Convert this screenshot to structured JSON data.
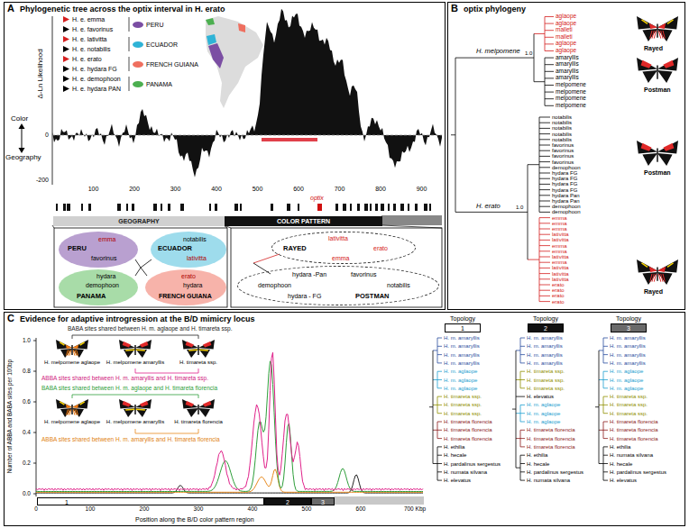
{
  "diagram": {
    "nodes": [
      {
        "text": [
          "A",
          "Phylogenetic tree across the optix interval in H. erato"
        ]
      },
      {
        "text": [
          "GEOGRAPHY"
        ],
        "in": 0
      },
      {
        "text": [
          "COLOR PATTERN"
        ],
        "in": 0
      },
      {
        "text": [
          "PERU",
          "emma",
          "favorinus"
        ],
        "in": 0
      },
      {
        "text": [
          "ECUADOR",
          "notabilis",
          "lativitta"
        ],
        "in": 0
      },
      {
        "text": [
          "PANAMA",
          "hydara",
          "demophoon"
        ],
        "in": 0
      },
      {
        "text": [
          "FRENCH GUIANA",
          "erato",
          "hydara"
        ],
        "in": 0
      },
      {
        "text": [
          "RAYED",
          "lativitta",
          "erato",
          "emma"
        ],
        "in": 0
      },
      {
        "text": [
          "POSTMAN",
          "favorinus",
          "hydara -Pan",
          "demophoon",
          "hydara - FG",
          "notabilis"
        ],
        "in": 0
      },
      {
        "text": [
          "B",
          "optix phylogeny"
        ]
      },
      {
        "text": [
          "C",
          "Evidence for adaptive introgression at the B/D mimicry locus"
        ]
      },
      {
        "text": [
          "Topology",
          "1"
        ],
        "in": 10
      },
      {
        "text": [
          "Topology",
          "2"
        ],
        "in": 10
      },
      {
        "text": [
          "Topology",
          "3"
        ],
        "in": 10
      },
      {
        "text": [
          "1"
        ],
        "in": 10
      },
      {
        "text": [
          "2"
        ],
        "in": 10
      },
      {
        "text": [
          "3"
        ],
        "in": 10
      }
    ],
    "labels": [
      "Δ-Ln Likelihood",
      "Color",
      "Geography",
      "0",
      "-200",
      "100",
      "200",
      "300",
      "400",
      "500",
      "600",
      "700",
      "800",
      "900",
      "optix",
      "H. melpomene",
      "1.0",
      "H. erato",
      "1.0",
      "aglaope",
      "aglaope",
      "malleti",
      "malleti",
      "aglaope",
      "aglaope",
      "amaryllis",
      "amaryllis",
      "amaryllis",
      "amaryllis",
      "melpomene",
      "melpomene",
      "melpomene",
      "melpomene",
      "notabilis",
      "notabilis",
      "notabilis",
      "notabilis",
      "notabilis",
      "favorinus",
      "favorinus",
      "favorinus",
      "favorinus",
      "demophoon",
      "hydara FG",
      "hydara FG",
      "hydara FG",
      "hydara FG",
      "hydara Pan",
      "hydara Pan",
      "demophoon",
      "demophoon",
      "emma",
      "emma",
      "emma",
      "lativitta",
      "lativitta",
      "emma",
      "emma",
      "lativitta",
      "emma",
      "lativitta",
      "lativitta",
      "lativitta",
      "erato",
      "erato",
      "erato",
      "erato",
      "Rayed",
      "Postman",
      "Postman",
      "Rayed",
      "Number of ABBA and BABA sites per 100bp",
      "1.0",
      "0.8",
      "0.6",
      "0.4",
      "0.2",
      "0.0",
      "0",
      "100",
      "200",
      "300",
      "400",
      "500",
      "600",
      "700 Kbp",
      "Position along the B/D color pattern region",
      "BABA sites shared between H. m. aglaope and H. timareta ssp.",
      "H. melpomene aglaope",
      "H. melpomene amaryllis",
      "H. timareta ssp.",
      "ABBA sites shared between H. m. amaryllis and H. timareta ssp.",
      "BABA sites shared between H. m. aglaope and H. timareta florencia",
      "H. melpomene aglaope",
      "H. melpomene amaryllis",
      "H. timareta florencia",
      "ABBA sites shared between H. m. amaryllis and H. timareta florencia",
      "H. m. amaryllis",
      "H. m. amaryllis",
      "H. m. amaryllis",
      "H. m. amaryllis",
      "H. m. aglaope",
      "H. m. aglaope",
      "H. m. aglaope",
      "H. timareta ssp.",
      "H. timareta ssp.",
      "H. timareta ssp.",
      "H. timareta florencia",
      "H. timareta florencia",
      "H. timareta florencia",
      "H. ethilia",
      "H. hecale",
      "H. pardalinus sergestus",
      "H. numata silvana",
      "H. elevatus",
      "H. m. amaryllis",
      "H. m. amaryllis",
      "H. m. amaryllis",
      "H. m. amaryllis",
      "H. timareta ssp.",
      "H. timareta ssp.",
      "H. timareta ssp.",
      "H. elevatus",
      "H. m. aglaope",
      "H. m. aglaope",
      "H. m. aglaope",
      "H. timareta florencia",
      "H. timareta florencia",
      "H. timareta florencia",
      "H. ethilia",
      "H. hecale",
      "H. pardalinus sergestus",
      "H. numata silvana",
      "H. m. amaryllis",
      "H. m. amaryllis",
      "H. m. amaryllis",
      "H. m. amaryllis",
      "H. m. aglaope",
      "H. m. aglaope",
      "H. m. aglaope",
      "H. timareta ssp.",
      "H. timareta ssp.",
      "H. timareta ssp.",
      "H. timareta florencia",
      "H. timareta florencia",
      "H. timareta florencia",
      "H. ethilia",
      "H. numata silvana",
      "H. hecale",
      "H. pardalinus sergestus",
      "H. elevatus"
    ],
    "legend": [
      {
        "text": "H. e. emma"
      },
      {
        "text": "H. e. favorinus"
      },
      {
        "text": "H. e. lativitta"
      },
      {
        "text": "H. e. notabilis"
      },
      {
        "text": "H. e. erato"
      },
      {
        "text": "H. e. hydara FG"
      },
      {
        "text": "H. e. demophoon"
      },
      {
        "text": "H. e. hydara PAN"
      },
      {
        "text": "PERU",
        "color": "#7b4ea3"
      },
      {
        "text": "ECUADOR",
        "color": "#2fb3d6"
      },
      {
        "text": "FRENCH GUIANA",
        "color": "#ef6f5f"
      },
      {
        "text": "PANAMA",
        "color": "#4caf50"
      }
    ]
  }
}
